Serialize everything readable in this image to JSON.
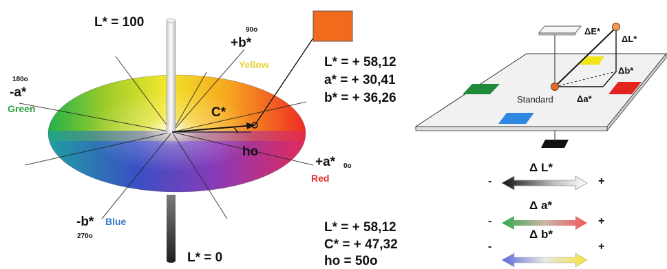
{
  "wheel": {
    "l_top": "L* = 100",
    "l_bottom": "L* = 0",
    "deg_90": "90o",
    "deg_180": "180o",
    "deg_0": "0o",
    "deg_270": "270o",
    "plus_b": "+b*",
    "minus_a": "-a*",
    "plus_a": "+a*",
    "minus_b": "-b*",
    "yellow": "Yellow",
    "green": "Green",
    "red": "Red",
    "blue": "Blue",
    "chroma": "C*",
    "hue": "ho"
  },
  "sample": {
    "color": "#f26a1b",
    "lab": [
      "L* =  + 58,12",
      "a* =  + 30,41",
      "b* =  + 36,26"
    ],
    "lch": [
      "L* =  + 58,12",
      "C* =  + 47,32",
      "ho =  50o"
    ]
  },
  "plane": {
    "delta_e": "ΔE*",
    "delta_l": "ΔL*",
    "delta_b": "Δb*",
    "delta_a": "Δa*",
    "standard": "Standard"
  },
  "legend": {
    "dl": "Δ L*",
    "da": "Δ a*",
    "db": "Δ b*",
    "minus": "-",
    "plus": "+"
  },
  "colors": {
    "green_label": "#2f9d3a",
    "red_label": "#e03030",
    "yellow_label": "#e8d23a",
    "blue_label": "#3a78c9"
  }
}
